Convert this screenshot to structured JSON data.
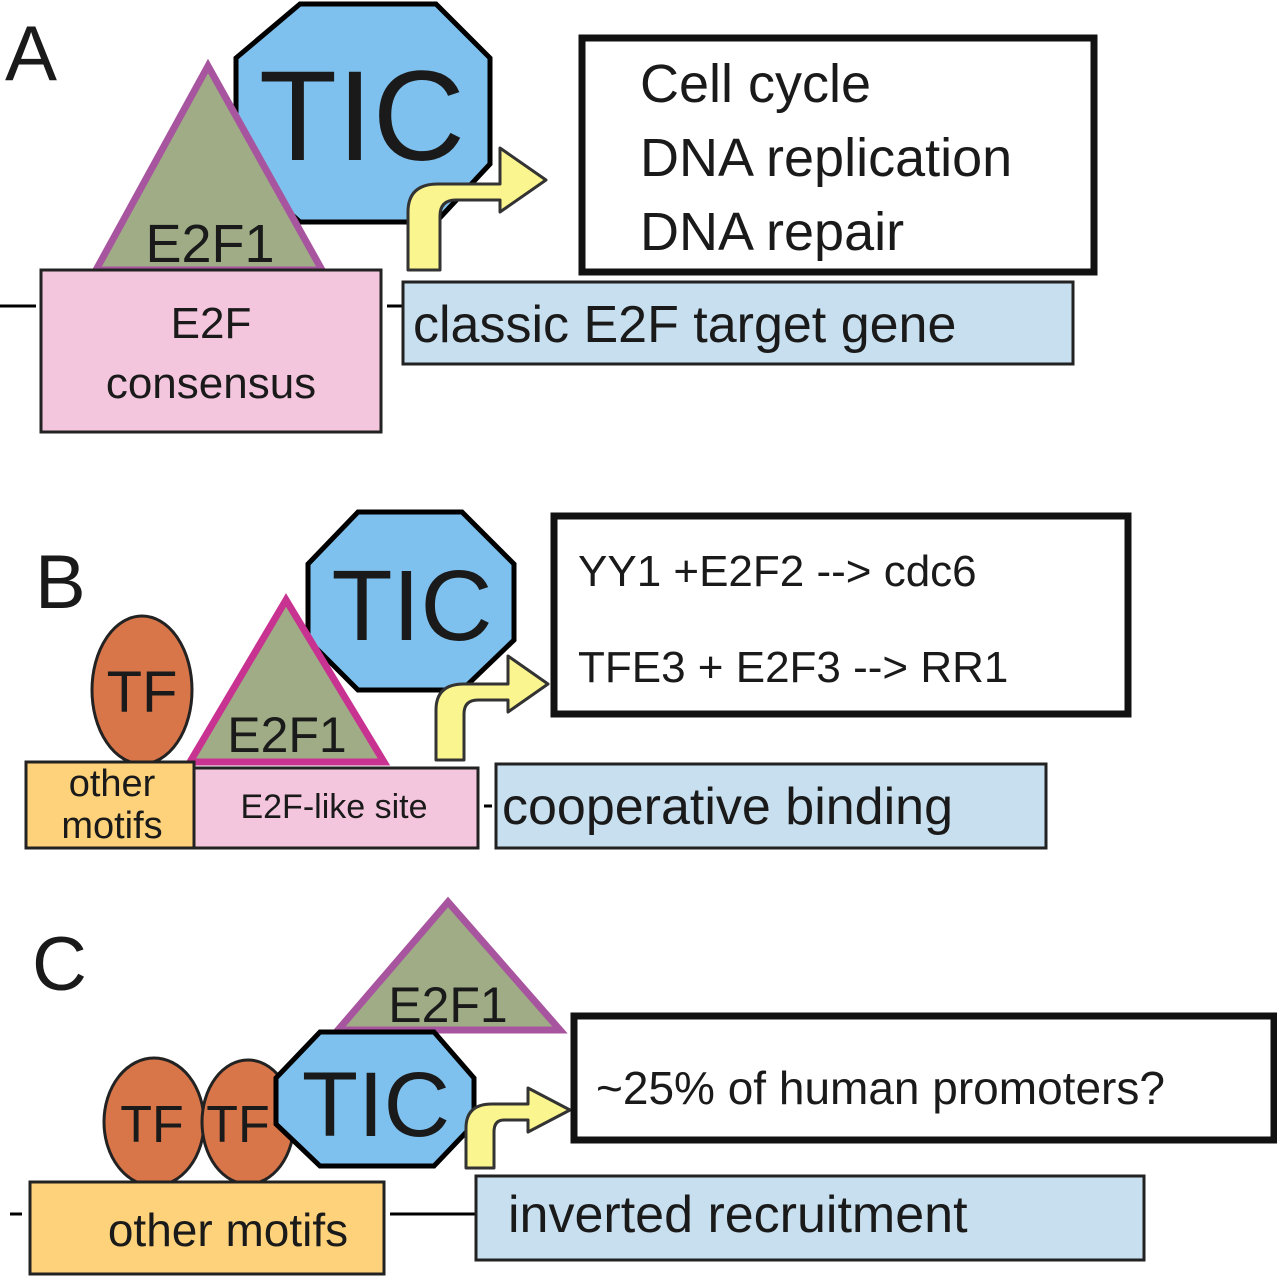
{
  "colors": {
    "tic_fill": "#7fc1ee",
    "e2f1_fill": "#9fac86",
    "e2f1_stroke_a": "#a8559f",
    "e2f1_stroke_b": "#c83291",
    "e2f1_stroke_c": "#a8559f",
    "consensus_fill": "#f4c6de",
    "gene_fill": "#c7dfee",
    "tf_fill": "#d8764a",
    "motif_fill": "#fdd27a",
    "arrow_fill": "#fbf58f"
  },
  "panel_a": {
    "label": "A",
    "tic": "TIC",
    "e2f1": "E2F1",
    "site_line1": "E2F",
    "site_line2": "consensus",
    "gene": "classic E2F target gene",
    "targets": [
      "Cell cycle",
      "DNA replication",
      "DNA repair"
    ]
  },
  "panel_b": {
    "label": "B",
    "tic": "TIC",
    "tf": "TF",
    "e2f1": "E2F1",
    "motifs_line1": "other",
    "motifs_line2": "motifs",
    "site": "E2F-like site",
    "gene": "cooperative binding",
    "examples": [
      "YY1 +E2F2 --> cdc6",
      "TFE3 + E2F3 --> RR1"
    ]
  },
  "panel_c": {
    "label": "C",
    "e2f1": "E2F1",
    "tic": "TIC",
    "tf1": "TF",
    "tf2": "TF",
    "motifs": "other motifs",
    "gene": "inverted recruitment",
    "note": "~25% of human promoters?"
  }
}
